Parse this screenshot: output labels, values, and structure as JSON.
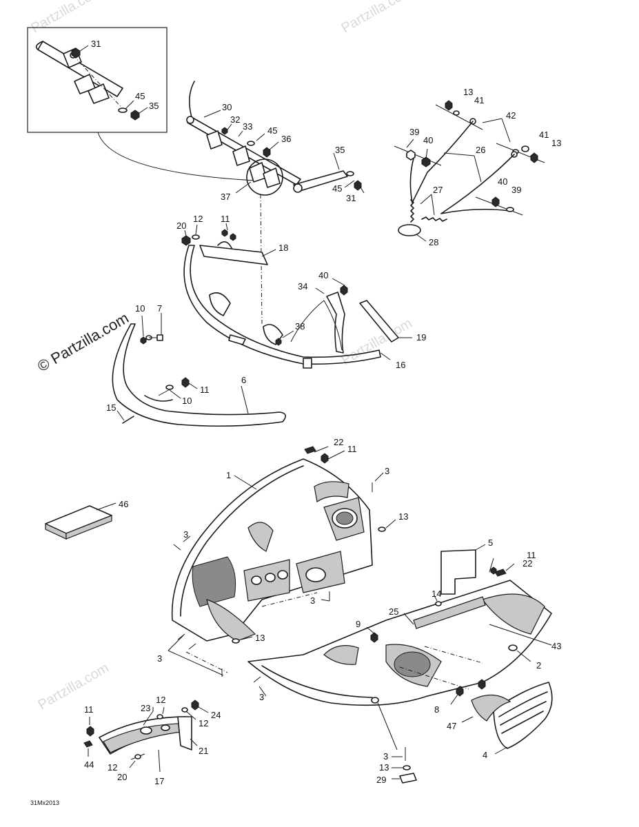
{
  "diagram_ref": "31Mx2013",
  "watermark_text": "Partzilla.com",
  "copyright_text": "© Partzilla.com",
  "callouts": {
    "c31a": "31",
    "c45a": "45",
    "c35a": "35",
    "c30": "30",
    "c32": "32",
    "c33": "33",
    "c45b": "45",
    "c36": "36",
    "c35b": "35",
    "c45c": "45",
    "c31b": "31",
    "c37": "37",
    "c13a": "13",
    "c41a": "41",
    "c42": "42",
    "c39a": "39",
    "c40a": "40",
    "c26": "26",
    "c41b": "41",
    "c13b": "13",
    "c27": "27",
    "c40b": "40",
    "c39b": "39",
    "c28": "28",
    "c20a": "20",
    "c12a": "12",
    "c11a": "11",
    "c18": "18",
    "c40c": "40",
    "c34": "34",
    "c10a": "10",
    "c7": "7",
    "c38": "38",
    "c19": "19",
    "c16": "16",
    "c6": "6",
    "c11b": "11",
    "c10b": "10",
    "c15": "15",
    "c22a": "22",
    "c11c": "11",
    "c1": "1",
    "c3a": "3",
    "c46": "46",
    "c13c": "13",
    "c3b": "3",
    "c5": "5",
    "c11d": "11",
    "c22b": "22",
    "c14": "14",
    "c3c": "3",
    "c25": "25",
    "c9": "9",
    "c43": "43",
    "c13d": "13",
    "c3d": "3",
    "c2": "2",
    "c3e": "3",
    "c11e": "11",
    "c23": "23",
    "c12b": "12",
    "c24": "24",
    "c12c": "12",
    "c21": "21",
    "c44": "44",
    "c12d": "12",
    "c20b": "20",
    "c17": "17",
    "c8": "8",
    "c47": "47",
    "c4": "4",
    "c3f": "3",
    "c13e": "13",
    "c29": "29"
  }
}
